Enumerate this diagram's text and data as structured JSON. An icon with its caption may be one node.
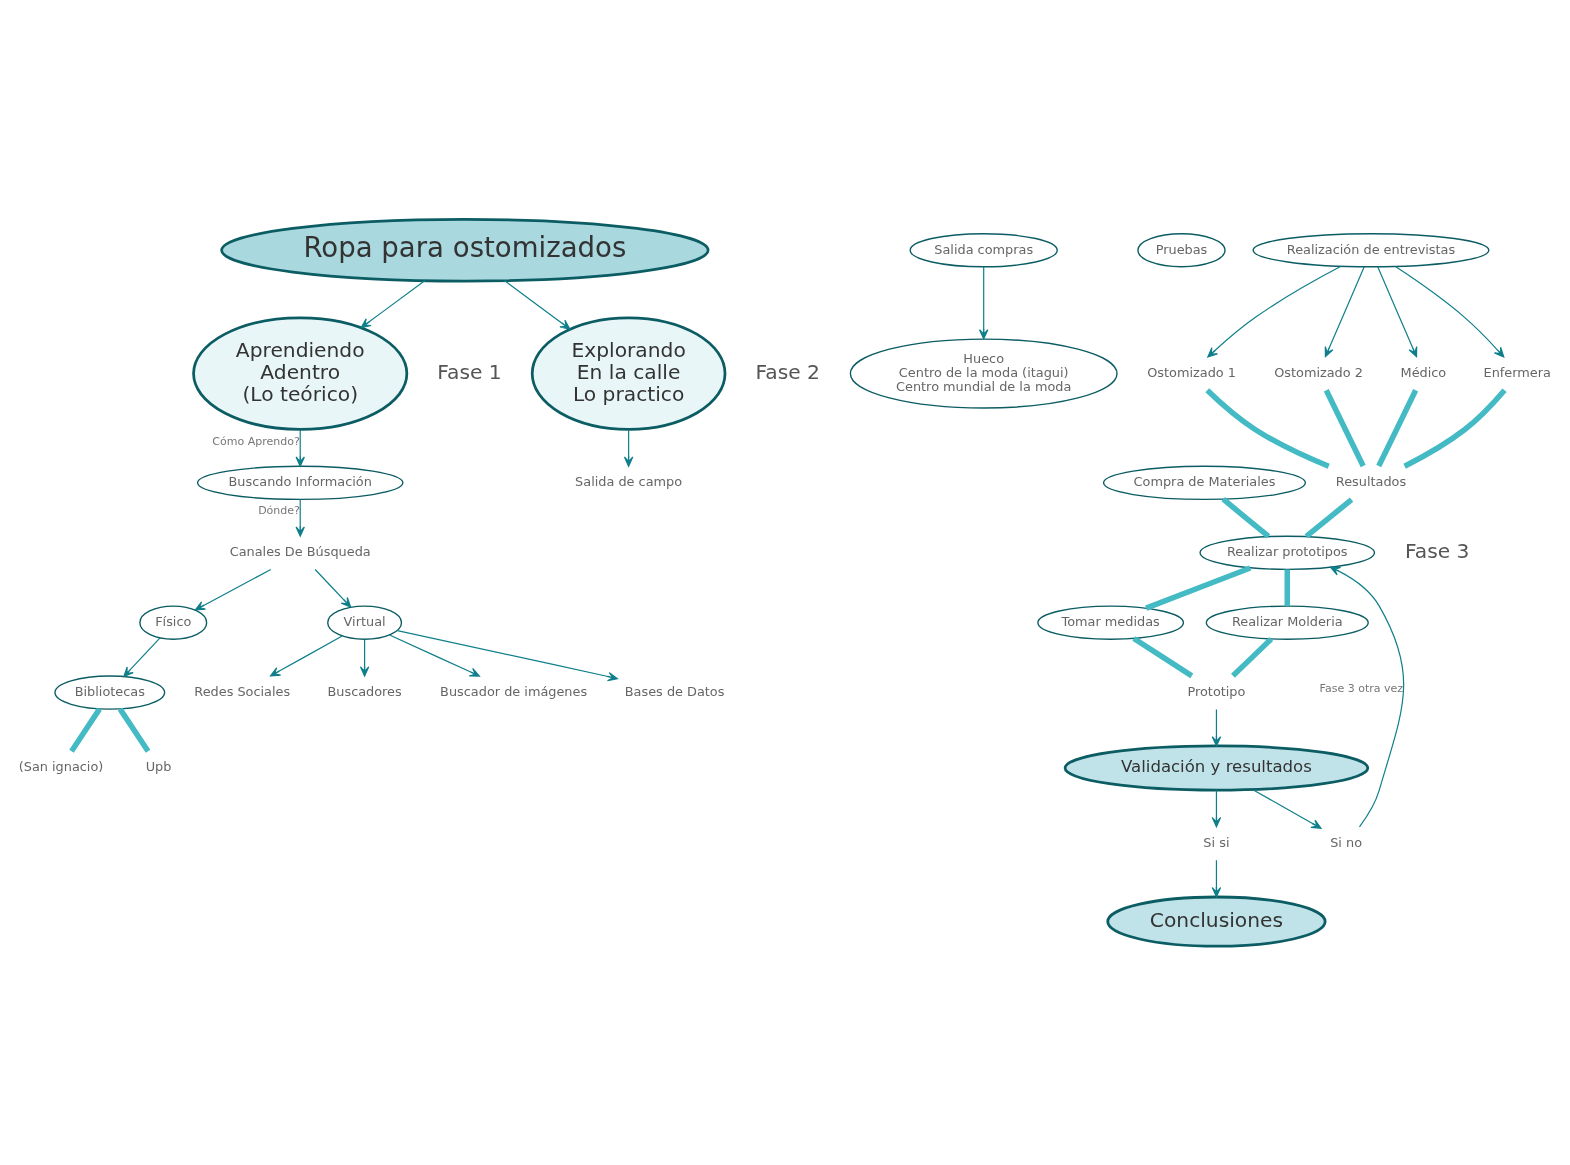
{
  "diagram": {
    "nodes": [
      {
        "text": [
          "Ropa para ostomizados"
        ]
      },
      {
        "text": [
          "Aprendiendo",
          "Adentro",
          "(Lo teórico)"
        ],
        "beside": [
          "Fase 1"
        ]
      },
      {
        "text": [
          "Explorando",
          "En la calle",
          "Lo practico"
        ],
        "beside": [
          "Fase 2"
        ]
      },
      {
        "text": [
          "Buscando Información"
        ]
      },
      {
        "text": [
          "Canales De Búsqueda"
        ]
      },
      {
        "text": [
          "Físico"
        ]
      },
      {
        "text": [
          "Virtual"
        ]
      },
      {
        "text": [
          "Bibliotecas"
        ]
      },
      {
        "text": [
          "(San ignacio)"
        ]
      },
      {
        "text": [
          "Upb"
        ]
      },
      {
        "text": [
          "Redes Sociales"
        ]
      },
      {
        "text": [
          "Buscadores"
        ]
      },
      {
        "text": [
          "Buscador de imágenes"
        ]
      },
      {
        "text": [
          "Bases de Datos"
        ]
      },
      {
        "text": [
          "Salida de campo"
        ]
      },
      {
        "text": [
          "Salida compras"
        ]
      },
      {
        "text": [
          "Hueco",
          "Centro de la moda (itagui)",
          "Centro mundial de la moda"
        ]
      },
      {
        "text": [
          "Pruebas"
        ]
      },
      {
        "text": [
          "Compra de Materiales"
        ]
      },
      {
        "text": [
          "Realización de entrevistas"
        ]
      },
      {
        "text": [
          "Ostomizado 1"
        ]
      },
      {
        "text": [
          "Ostomizado 2"
        ]
      },
      {
        "text": [
          "Médico"
        ]
      },
      {
        "text": [
          "Enfermera"
        ]
      },
      {
        "text": [
          "Resultados"
        ]
      },
      {
        "text": [
          "Realizar prototipos"
        ],
        "beside": [
          "Fase 3"
        ]
      },
      {
        "text": [
          "Tomar medidas"
        ]
      },
      {
        "text": [
          "Realizar Molderia"
        ]
      },
      {
        "text": [
          "Prototipo"
        ]
      },
      {
        "text": [
          "Validación y resultados"
        ]
      },
      {
        "text": [
          "Si no"
        ]
      },
      {
        "text": [
          "Si si"
        ]
      },
      {
        "text": [
          "Conclusiones"
        ]
      }
    ],
    "edges": [
      {
        "from": 0,
        "to": 1,
        "arrow": "to"
      },
      {
        "from": 0,
        "to": 2,
        "arrow": "to"
      },
      {
        "from": 1,
        "to": 3,
        "arrow": "to",
        "label": "Cómo Aprendo?"
      },
      {
        "from": 3,
        "to": 4,
        "arrow": "to",
        "label": "Dónde?"
      },
      {
        "from": 4,
        "to": 5,
        "arrow": "to"
      },
      {
        "from": 4,
        "to": 6,
        "arrow": "to"
      },
      {
        "from": 5,
        "to": 7,
        "arrow": "to"
      },
      {
        "from": 7,
        "to": 8,
        "arrow": "none",
        "style": "thick",
        "color": "#43bac4"
      },
      {
        "from": 7,
        "to": 9,
        "arrow": "none",
        "style": "thick",
        "color": "#43bac4"
      },
      {
        "from": 6,
        "to": 10,
        "arrow": "to"
      },
      {
        "from": 6,
        "to": 11,
        "arrow": "to"
      },
      {
        "from": 6,
        "to": 12,
        "arrow": "to"
      },
      {
        "from": 6,
        "to": 13,
        "arrow": "to"
      },
      {
        "from": 2,
        "to": 14,
        "arrow": "to"
      },
      {
        "from": 15,
        "to": 16,
        "arrow": "to"
      },
      {
        "from": 19,
        "to": 20,
        "arrow": "to"
      },
      {
        "from": 19,
        "to": 21,
        "arrow": "to"
      },
      {
        "from": 19,
        "to": 22,
        "arrow": "to"
      },
      {
        "from": 19,
        "to": 23,
        "arrow": "to"
      },
      {
        "from": 20,
        "to": 24,
        "arrow": "none",
        "style": "thick",
        "color": "#43bac4"
      },
      {
        "from": 21,
        "to": 24,
        "arrow": "none",
        "style": "thick",
        "color": "#43bac4"
      },
      {
        "from": 22,
        "to": 24,
        "arrow": "none",
        "style": "thick",
        "color": "#43bac4"
      },
      {
        "from": 23,
        "to": 24,
        "arrow": "none",
        "style": "thick",
        "color": "#43bac4"
      },
      {
        "from": 18,
        "to": 25,
        "arrow": "none",
        "style": "thick",
        "color": "#43bac4"
      },
      {
        "from": 24,
        "to": 25,
        "arrow": "none",
        "style": "thick",
        "color": "#43bac4"
      },
      {
        "from": 25,
        "to": 26,
        "arrow": "none",
        "style": "thick",
        "color": "#43bac4"
      },
      {
        "from": 25,
        "to": 27,
        "arrow": "none",
        "style": "thick",
        "color": "#43bac4"
      },
      {
        "from": 26,
        "to": 28,
        "arrow": "none",
        "style": "thick",
        "color": "#43bac4"
      },
      {
        "from": 27,
        "to": 28,
        "arrow": "none",
        "style": "thick",
        "color": "#43bac4"
      },
      {
        "from": 28,
        "to": 29,
        "arrow": "to"
      },
      {
        "from": 29,
        "to": 30,
        "arrow": "to"
      },
      {
        "from": 30,
        "to": 25,
        "arrow": "to",
        "label": "Fase 3 otra vez"
      },
      {
        "from": 29,
        "to": 31,
        "arrow": "to"
      },
      {
        "from": 31,
        "to": 32,
        "arrow": "to"
      }
    ]
  }
}
